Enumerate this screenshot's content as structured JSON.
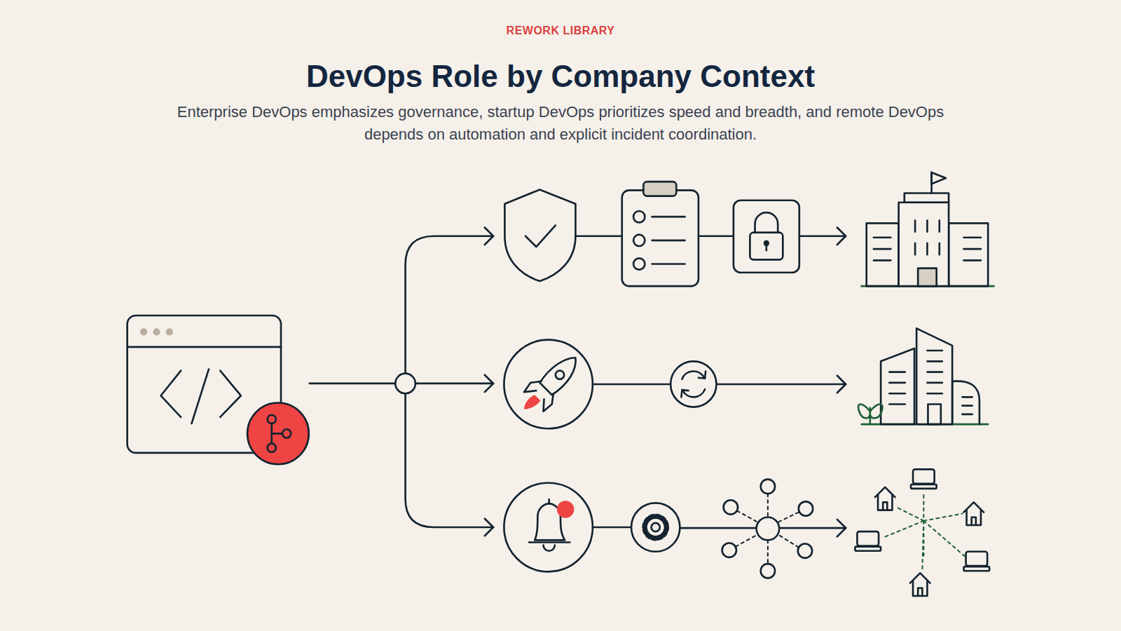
{
  "diagram": {
    "title": "DevOps Role by Company Context",
    "caption": "Enterprise DevOps emphasizes governance, startup DevOps prioritizes speed and breadth, and remote DevOps depends on automation and explicit incident coordination.",
    "labels": [
      "REWORK LIBRARY"
    ]
  }
}
